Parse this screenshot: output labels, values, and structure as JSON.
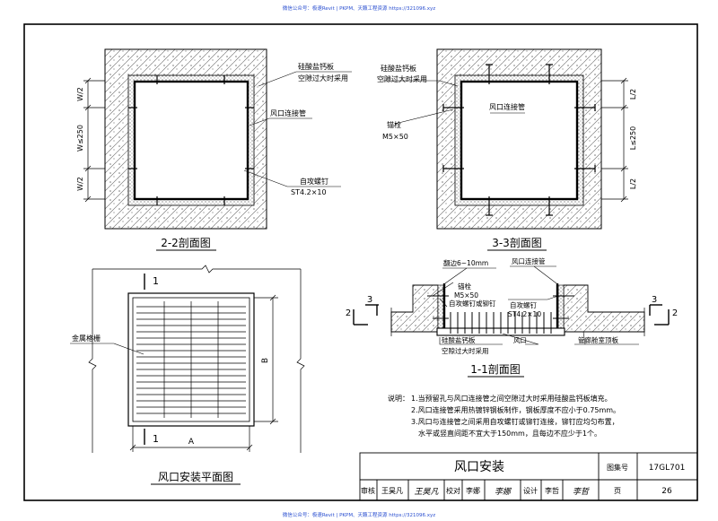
{
  "watermark": {
    "top": "微信公众号：极速Revit | PKPM、天籁工程资源 https://321096.xyz",
    "bottom": "微信公众号：极速Revit | PKPM、天籁工程资源 https://321096.xyz"
  },
  "section_2_2": {
    "title": "2-2剖面图",
    "label_board_line1": "硅酸盐钙板",
    "label_board_line2": "空隙过大时采用",
    "label_pipe": "风口连接管",
    "label_screw": "自攻螺钉",
    "label_screw_spec": "ST4.2×10",
    "dim_top": "W/2",
    "dim_mid": "W≤250",
    "dim_bottom": "W/2"
  },
  "section_3_3": {
    "title": "3-3剖面图",
    "label_board_line1": "硅酸盐钙板",
    "label_board_line2": "空隙过大时采用",
    "label_anchor": "锚栓",
    "label_anchor_spec": "M5×50",
    "label_pipe": "风口连接管",
    "dim_top": "L/2",
    "dim_mid": "L≤250",
    "dim_bottom": "L/2"
  },
  "section_1_1": {
    "title": "1-1剖面图",
    "label_flange": "翻边6~10mm",
    "label_pipe": "风口连接管",
    "label_anchor": "锚栓",
    "label_anchor_spec": "M5×50",
    "label_screw_or_rivet": "自攻螺钉或铆钉",
    "label_screw": "自攻螺钉",
    "label_screw_spec": "ST4.2×10",
    "label_board_line1": "硅酸盐钙板",
    "label_board_line2": "空隙过大时采用",
    "label_vent": "风口",
    "label_ceiling": "管廊舱室顶板",
    "mark_left_2": "2",
    "mark_left_3": "3",
    "mark_right_3": "3",
    "mark_right_2": "2"
  },
  "plan": {
    "title": "风口安装平面图",
    "label_grille": "金属格栅",
    "dim_a": "A",
    "dim_b": "B",
    "mark_top_1": "1",
    "mark_bottom_1": "1"
  },
  "notes": {
    "heading": "说明：",
    "line1": "1.当预留孔与风口连接管之间空隙过大时采用硅酸盐钙板填充。",
    "line2": "2.风口连接管采用热镀锌钢板制作，钢板厚度不应小于0.75mm。",
    "line3": "3.风口与连接管之间采用自攻螺钉或铆钉连接，铆钉应均匀布置，",
    "line4": "水平或竖直间距不宜大于150mm，且每边不应少于1个。"
  },
  "title_block": {
    "drawing_title": "风口安装",
    "atlas_label": "图集号",
    "atlas_number": "17GL701",
    "review_label": "审核",
    "reviewer": "王昊凡",
    "reviewer_sig": "王昊凡",
    "check_label": "校对",
    "checker": "李娜",
    "checker_sig": "李娜",
    "design_label": "设计",
    "designer": "李哲",
    "designer_sig": "李哲",
    "page_label": "页",
    "page_number": "26"
  }
}
